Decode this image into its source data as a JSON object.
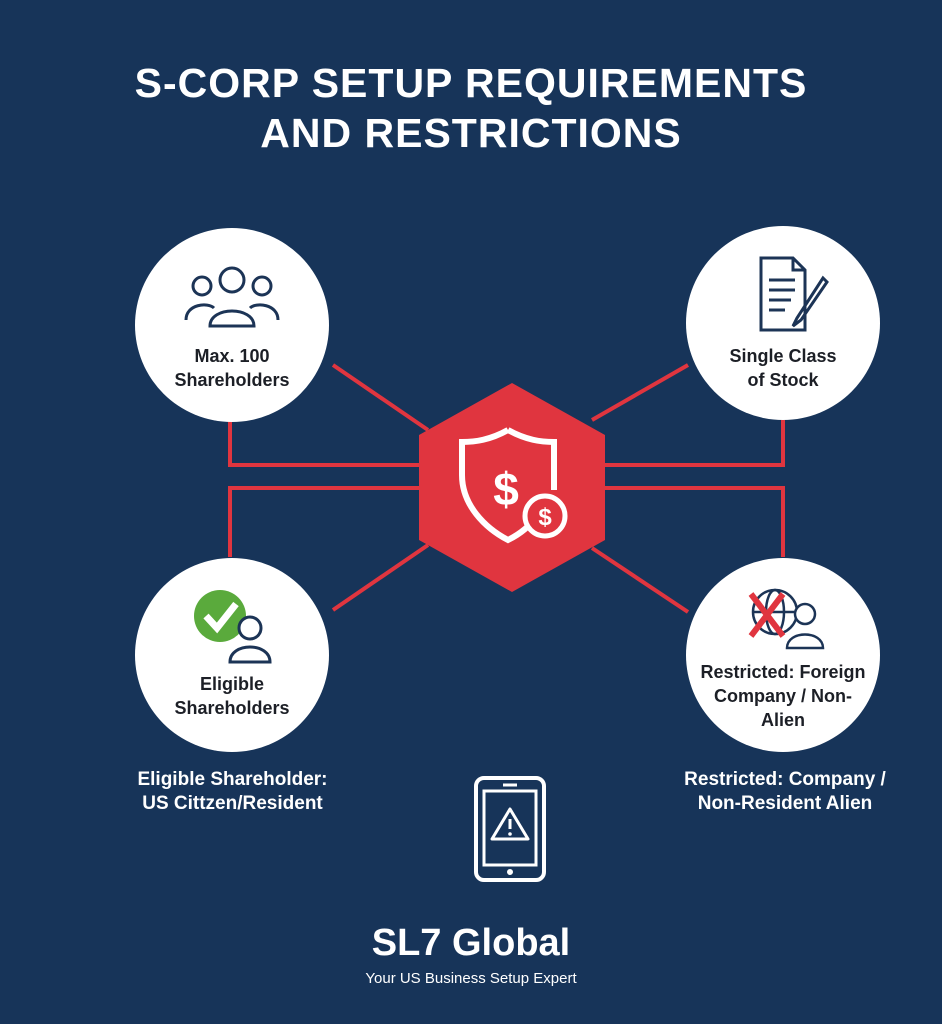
{
  "title": {
    "line1": "S-CORP SETUP REQUIREMENTS",
    "line2": "AND RESTRICTIONS"
  },
  "nodes": {
    "max_shareholders": {
      "line1": "Max. 100",
      "line2": "Shareholders"
    },
    "single_class": {
      "line1": "Single Class",
      "line2": "of Stock"
    },
    "eligible": {
      "line1": "Eligible",
      "line2": "Shareholders"
    },
    "restricted": {
      "line1": "Restricted: Foreign",
      "line2": "Company / Non-",
      "line3": "Alien"
    }
  },
  "captions": {
    "eligible": {
      "line1": "Eligible Shareholder:",
      "line2": "US Cittzen/Resident"
    },
    "restricted": {
      "line1": "Restricted: Company /",
      "line2": "Non-Resident Alien"
    }
  },
  "brand": {
    "name": "SL7 Global",
    "tagline": "Your US Business Setup Expert"
  },
  "colors": {
    "background": "#173459",
    "accent": "#e0353f",
    "check": "#5aaa3c",
    "icon": "#1c3456"
  }
}
